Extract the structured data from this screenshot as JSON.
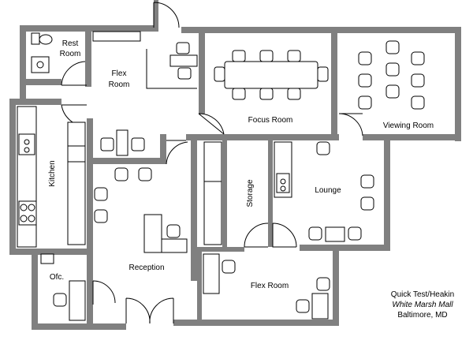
{
  "rooms": {
    "rest_room": [
      "Rest",
      "Room"
    ],
    "flex_room_top": [
      "Flex",
      "Room"
    ],
    "focus_room": "Focus Room",
    "viewing_room": "Viewing Room",
    "kitchen": "Kitchen",
    "storage": "Storage",
    "lounge": "Lounge",
    "reception": "Reception",
    "ofc": "Ofc.",
    "flex_room_bottom": "Flex Room"
  },
  "caption": {
    "line1": "Quick Test/Heakin",
    "line2": "White Marsh Mall",
    "line3": "Baltimore, MD"
  },
  "colors": {
    "wall": "#808080",
    "line": "#000000",
    "background": "#ffffff"
  }
}
